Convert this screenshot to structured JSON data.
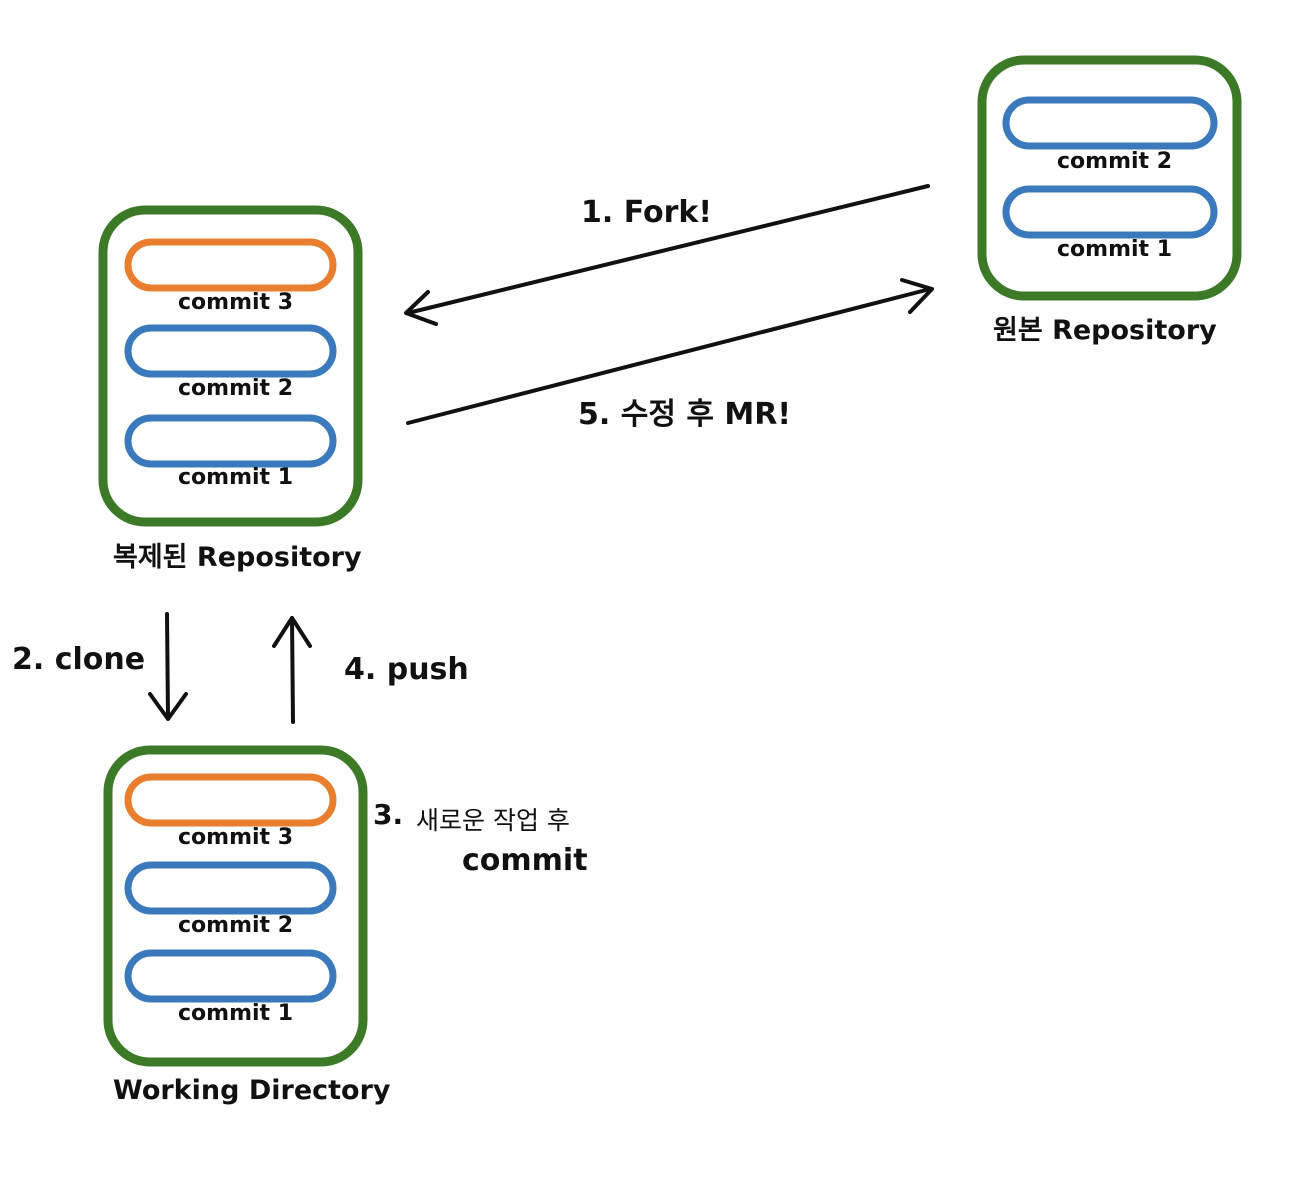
{
  "colors": {
    "repo_border": "#3c7a27",
    "commit_existing": "#3b79bd",
    "commit_new": "#e97f2e",
    "arrow": "#111111",
    "text": "#111111",
    "background": "#ffffff"
  },
  "original_repo": {
    "caption": "원본 Repository",
    "commits": [
      {
        "label": "commit 2",
        "kind": "existing"
      },
      {
        "label": "commit 1",
        "kind": "existing"
      }
    ]
  },
  "forked_repo": {
    "caption": "복제된 Repository",
    "commits": [
      {
        "label": "commit 3",
        "kind": "new"
      },
      {
        "label": "commit 2",
        "kind": "existing"
      },
      {
        "label": "commit 1",
        "kind": "existing"
      }
    ]
  },
  "working_directory": {
    "caption": "Working Directory",
    "commits": [
      {
        "label": "commit 3",
        "kind": "new"
      },
      {
        "label": "commit 2",
        "kind": "existing"
      },
      {
        "label": "commit 1",
        "kind": "existing"
      }
    ]
  },
  "steps": {
    "fork": "1. Fork!",
    "clone": "2. clone",
    "work_prefix": "3.",
    "work_text": "새로운 작업 후",
    "work_commit": "commit",
    "push": "4. push",
    "merge_request": "5. 수정 후 MR!"
  }
}
